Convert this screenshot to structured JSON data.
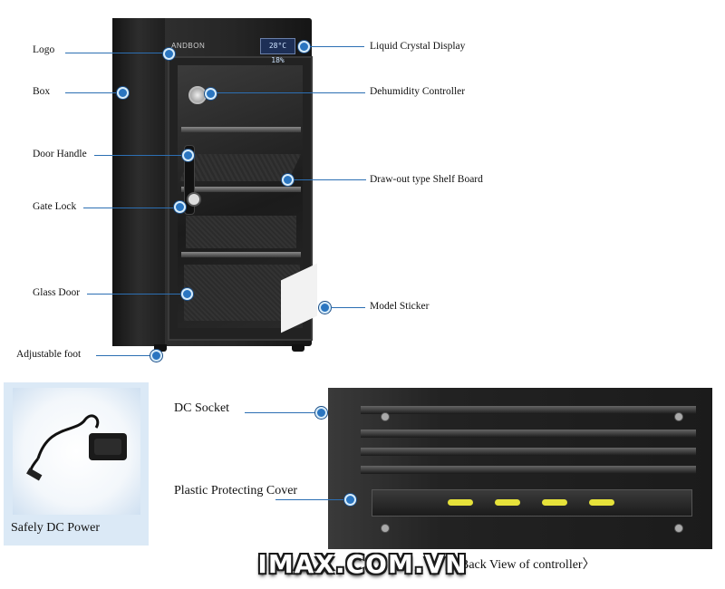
{
  "labels": {
    "logo": "Logo",
    "box": "Box",
    "door_handle": "Door Handle",
    "gate_lock": "Gate Lock",
    "glass_door": "Glass Door",
    "adjustable_foot": "Adjustable foot",
    "lcd": "Liquid Crystal Display",
    "dehumidity_controller": "Dehumidity Controller",
    "shelf_board": "Draw-out type Shelf Board",
    "model_sticker": "Model Sticker",
    "dc_socket": "DC Socket",
    "plastic_cover": "Plastic Protecting Cover"
  },
  "product": {
    "brand": "ANDBON",
    "lcd_readout": "28°C 18%"
  },
  "captions": {
    "power": "Safely DC Power",
    "back_view": "Back View of controller〉"
  },
  "watermark": "IMAX.COM.VN",
  "colors": {
    "callout": "#2a75c0",
    "line": "#2c6fb3"
  }
}
